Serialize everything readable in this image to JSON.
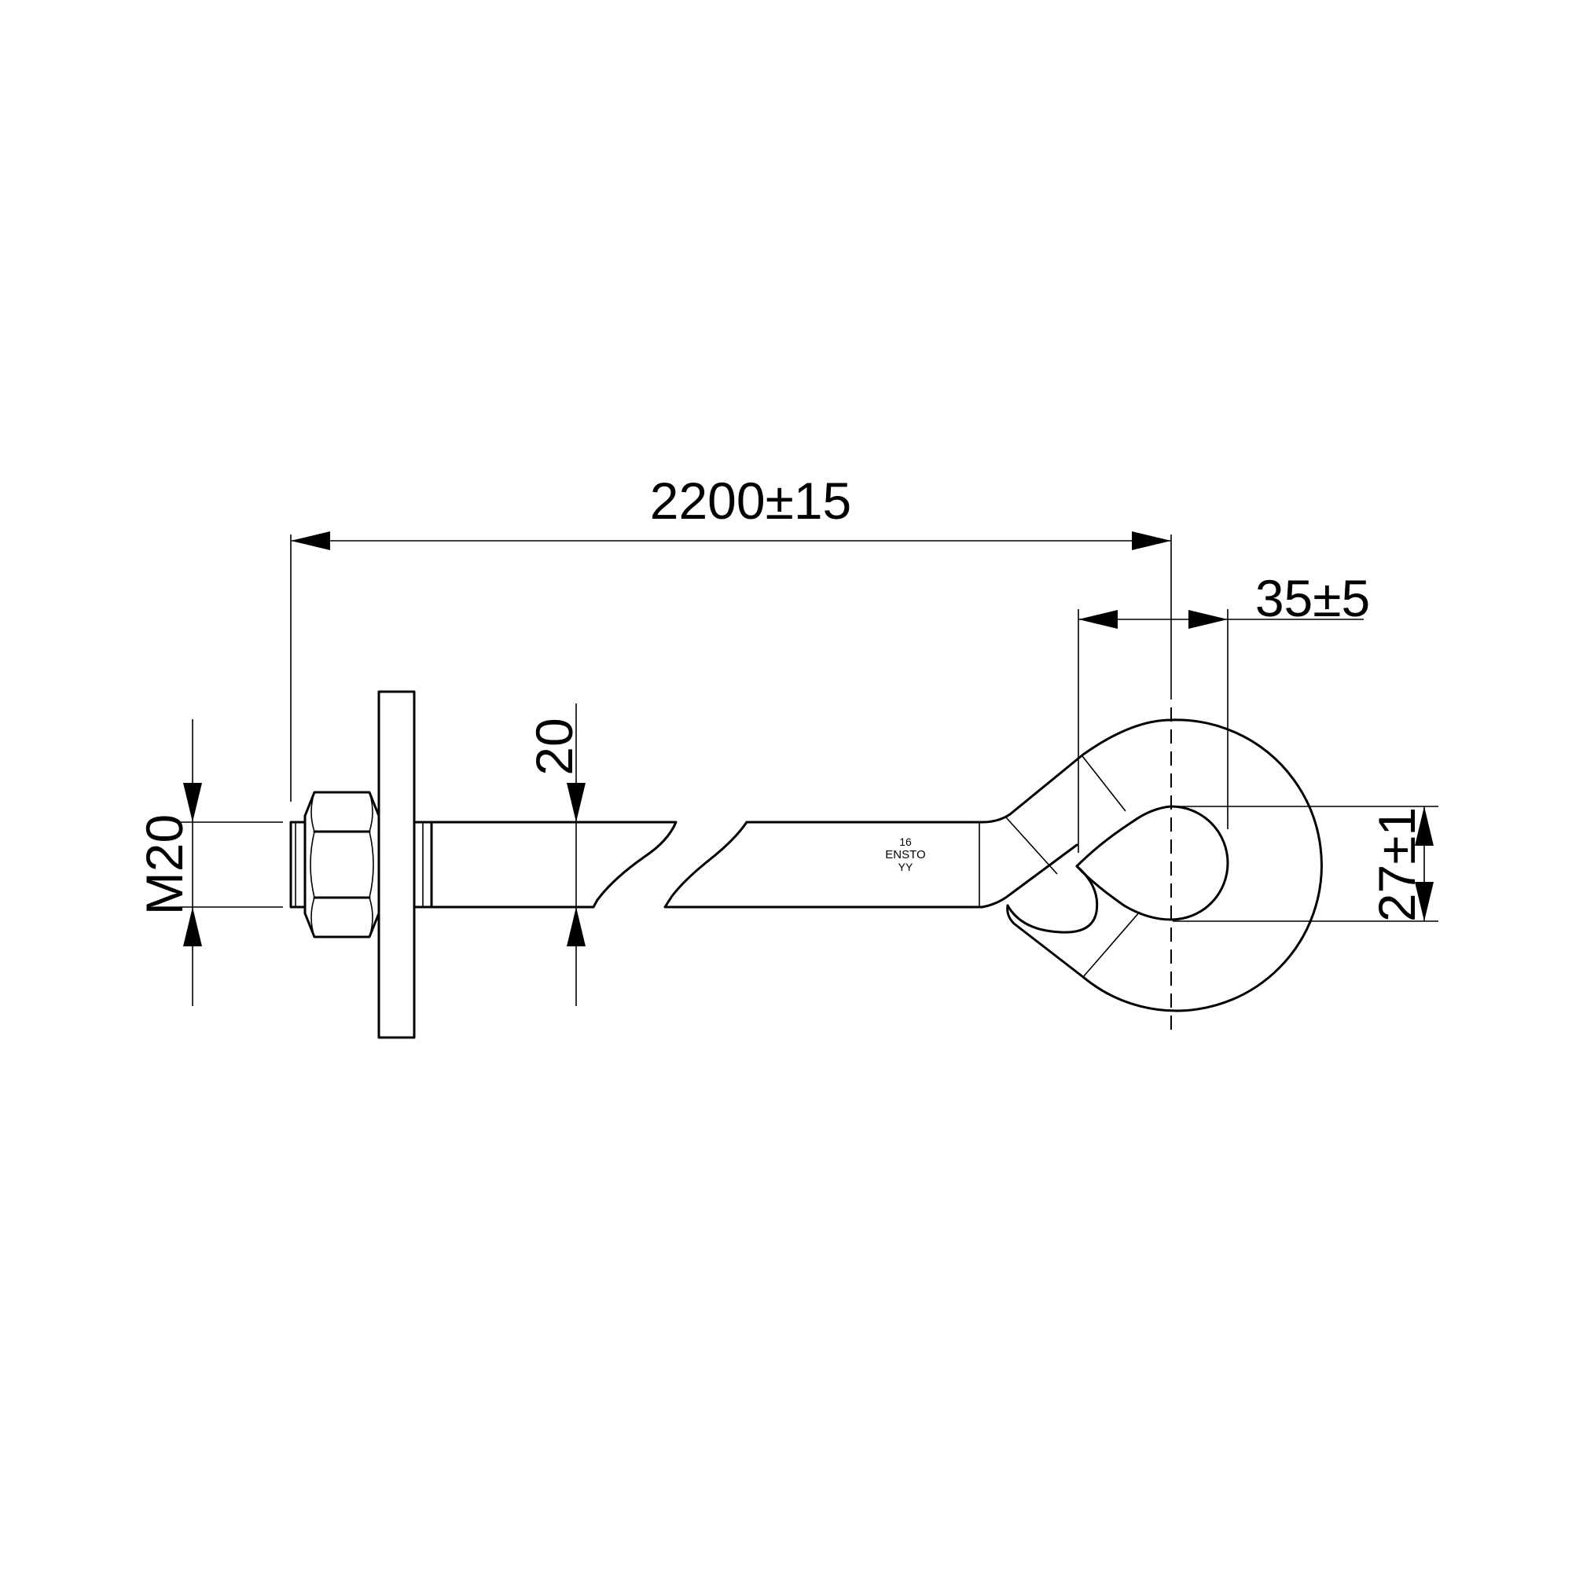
{
  "dimensions": {
    "length": "2200±15",
    "offset": "35±5",
    "diameter": "20",
    "thread": "M20",
    "eye": "27±1"
  },
  "marking": {
    "size": "16",
    "brand": "ENSTO",
    "code": "YY"
  }
}
